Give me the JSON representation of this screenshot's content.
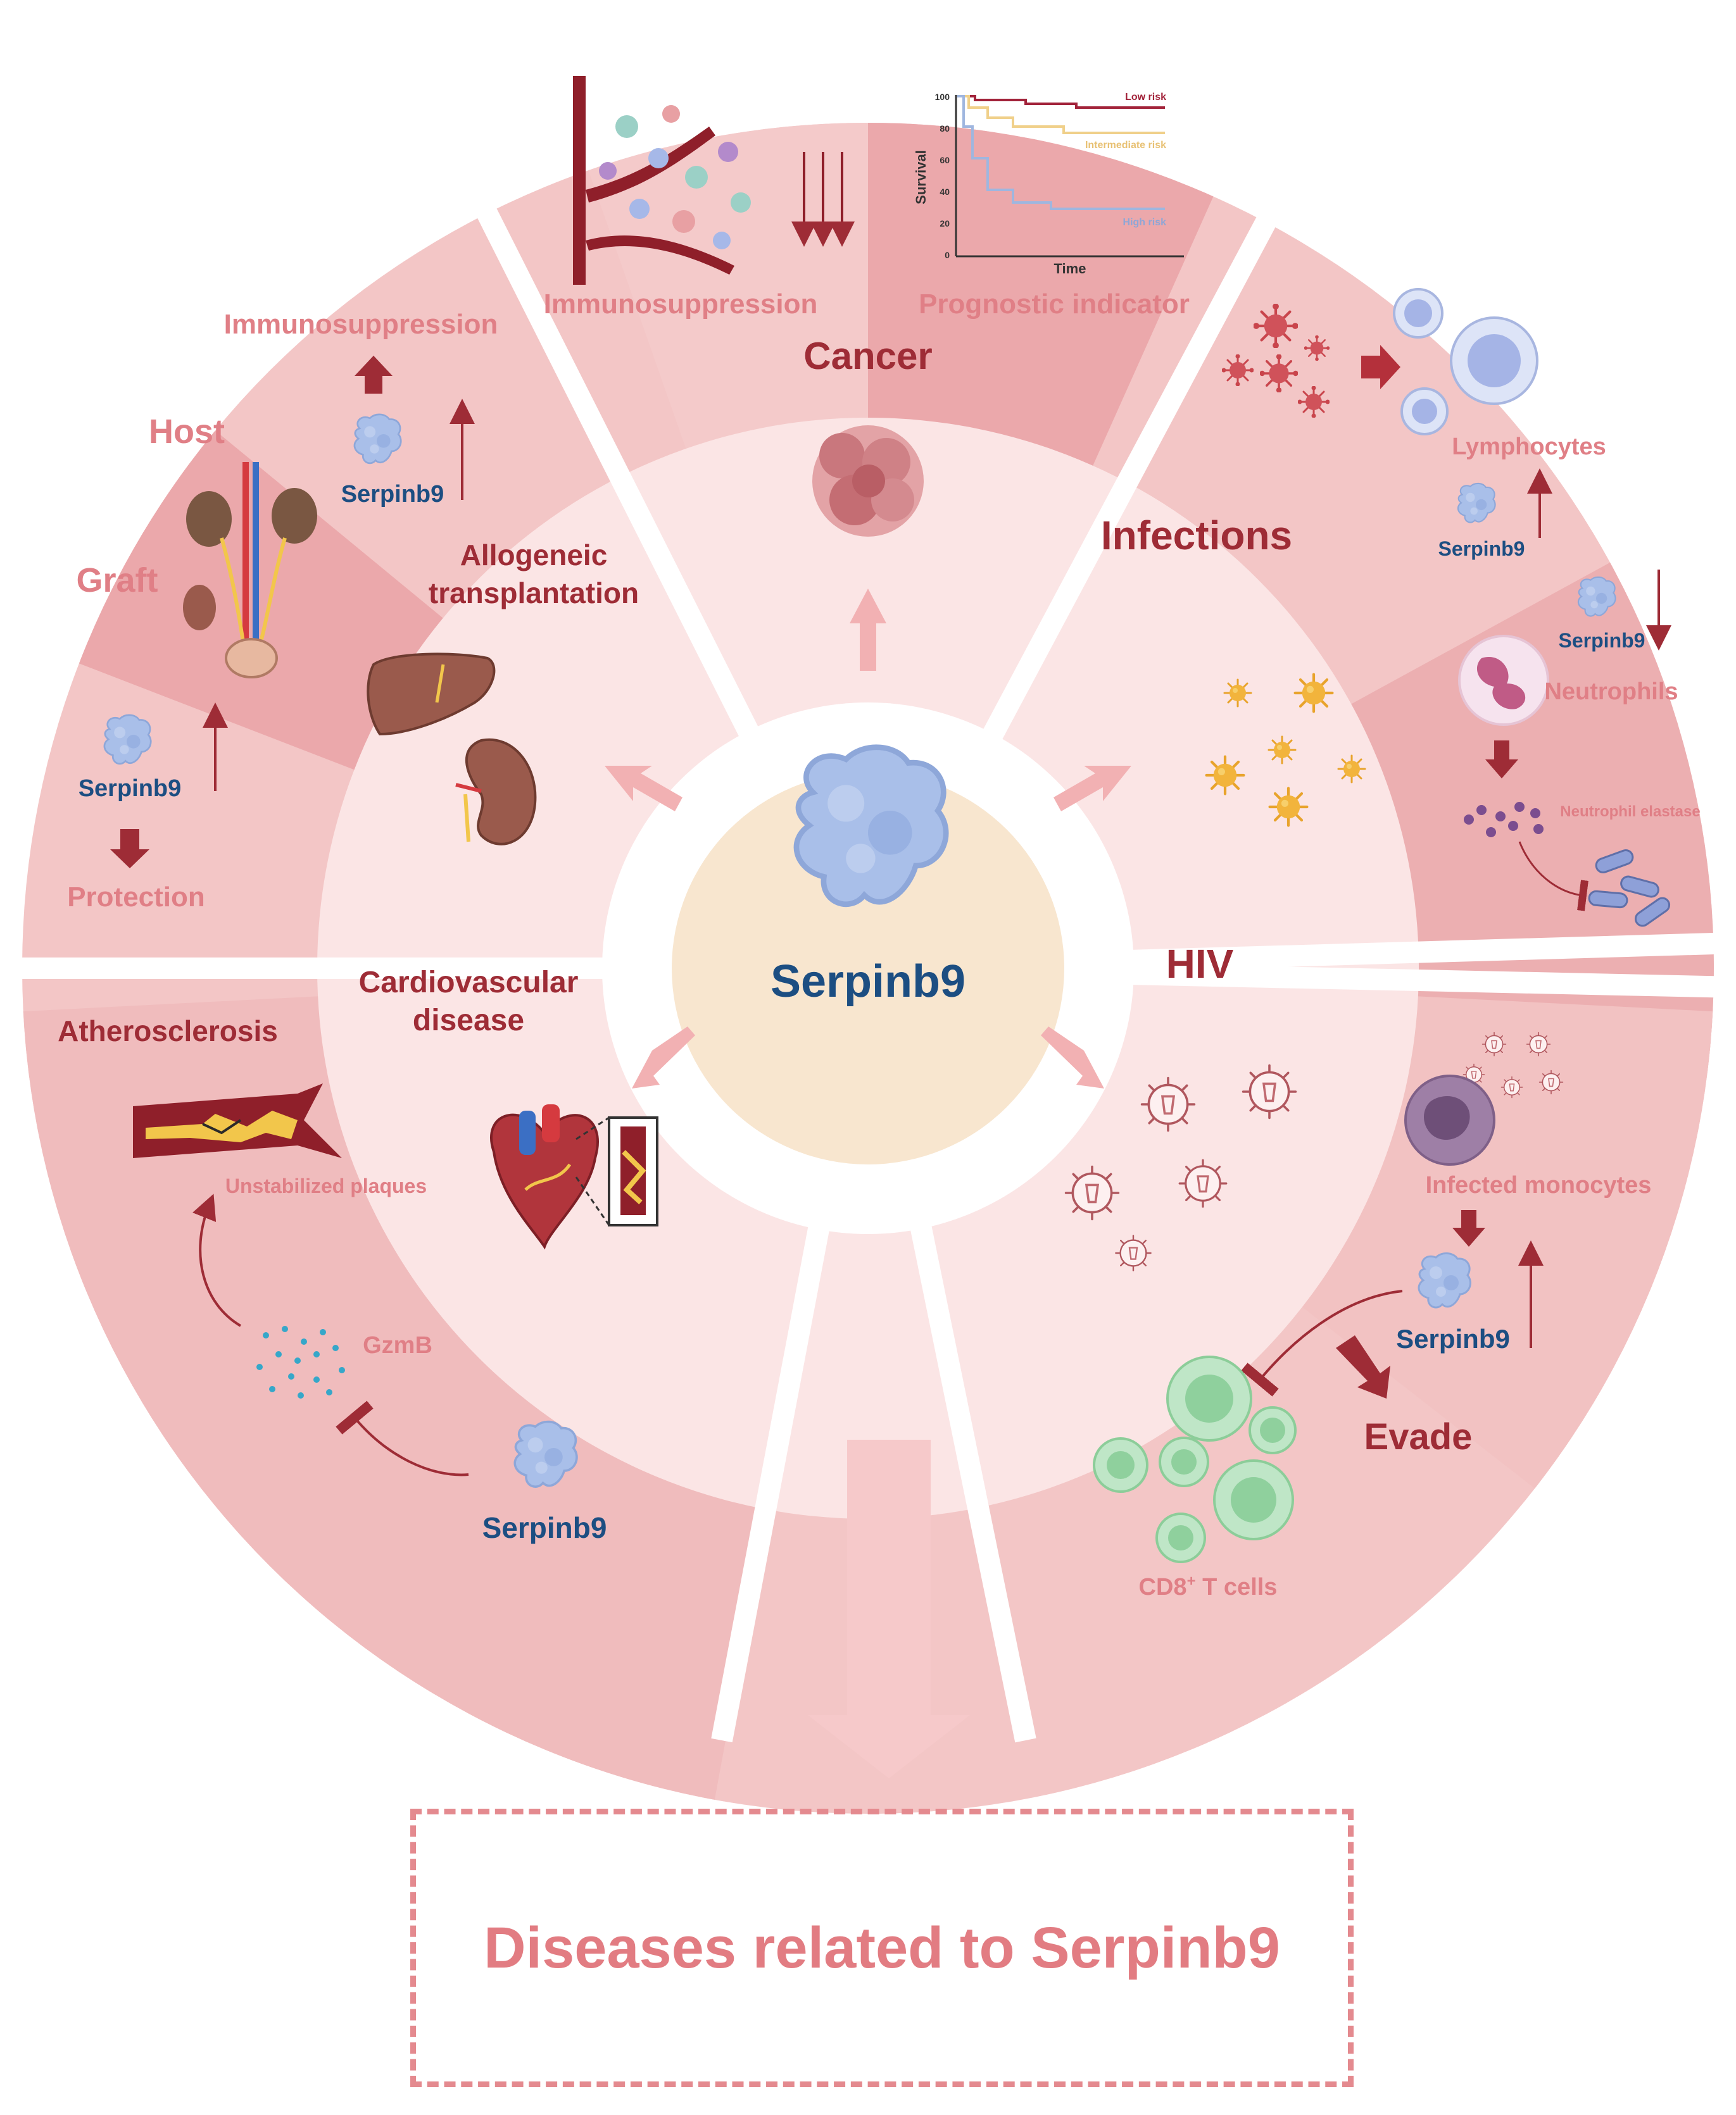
{
  "center": {
    "label": "Serpinb9"
  },
  "cancer": {
    "title": "Cancer",
    "left_label": "Immunosuppression",
    "right_label": "Prognostic indicator",
    "survival_chart": {
      "ylabel": "Survival",
      "xlabel": "Time",
      "yticks": [
        "100",
        "80",
        "60",
        "40",
        "20",
        "0"
      ],
      "series_labels": {
        "low": "Low risk",
        "intermediate": "Intermediate risk",
        "high": "High risk"
      },
      "colors": {
        "low": "#a2233a",
        "intermediate": "#f0d08a",
        "high": "#9fb6df"
      }
    }
  },
  "infections": {
    "title": "Infections",
    "lymphocytes": "Lymphocytes",
    "serpinb9_a": "Serpinb9",
    "serpinb9_b": "Serpinb9",
    "neutrophils": "Neutrophils",
    "neutrophil_elastase": "Neutrophil elastase"
  },
  "hiv": {
    "title": "HIV",
    "infected_monocytes": "Infected monocytes",
    "serpinb9": "Serpinb9",
    "evade": "Evade",
    "cd8_prefix": "CD8",
    "cd8_sup": "+",
    "cd8_suffix": " T cells"
  },
  "cardio": {
    "title_line1": "Cardiovascular",
    "title_line2": "disease",
    "atherosclerosis": "Atherosclerosis",
    "unstabilized": "Unstabilized plaques",
    "gzmb": "GzmB",
    "serpinb9": "Serpinb9"
  },
  "transplant": {
    "title_line1": "Allogeneic",
    "title_line2": "transplantation",
    "immunosuppression": "Immunosuppression",
    "host": "Host",
    "graft": "Graft",
    "serpinb9_host": "Serpinb9",
    "serpinb9_graft": "Serpinb9",
    "protection": "Protection"
  },
  "caption": "Diseases related to Serpinb9",
  "colors": {
    "outer_ring": "#f2c3c3",
    "outer_ring_dark": "#eaaaad",
    "inner_ring": "#fbe6e6",
    "center_fill": "#f8e6cf",
    "serpin_blue": "#a9bfe9",
    "title_dark": "#9e2c36",
    "label_pink": "#e07f86",
    "serpin_text": "#1c4e82"
  }
}
